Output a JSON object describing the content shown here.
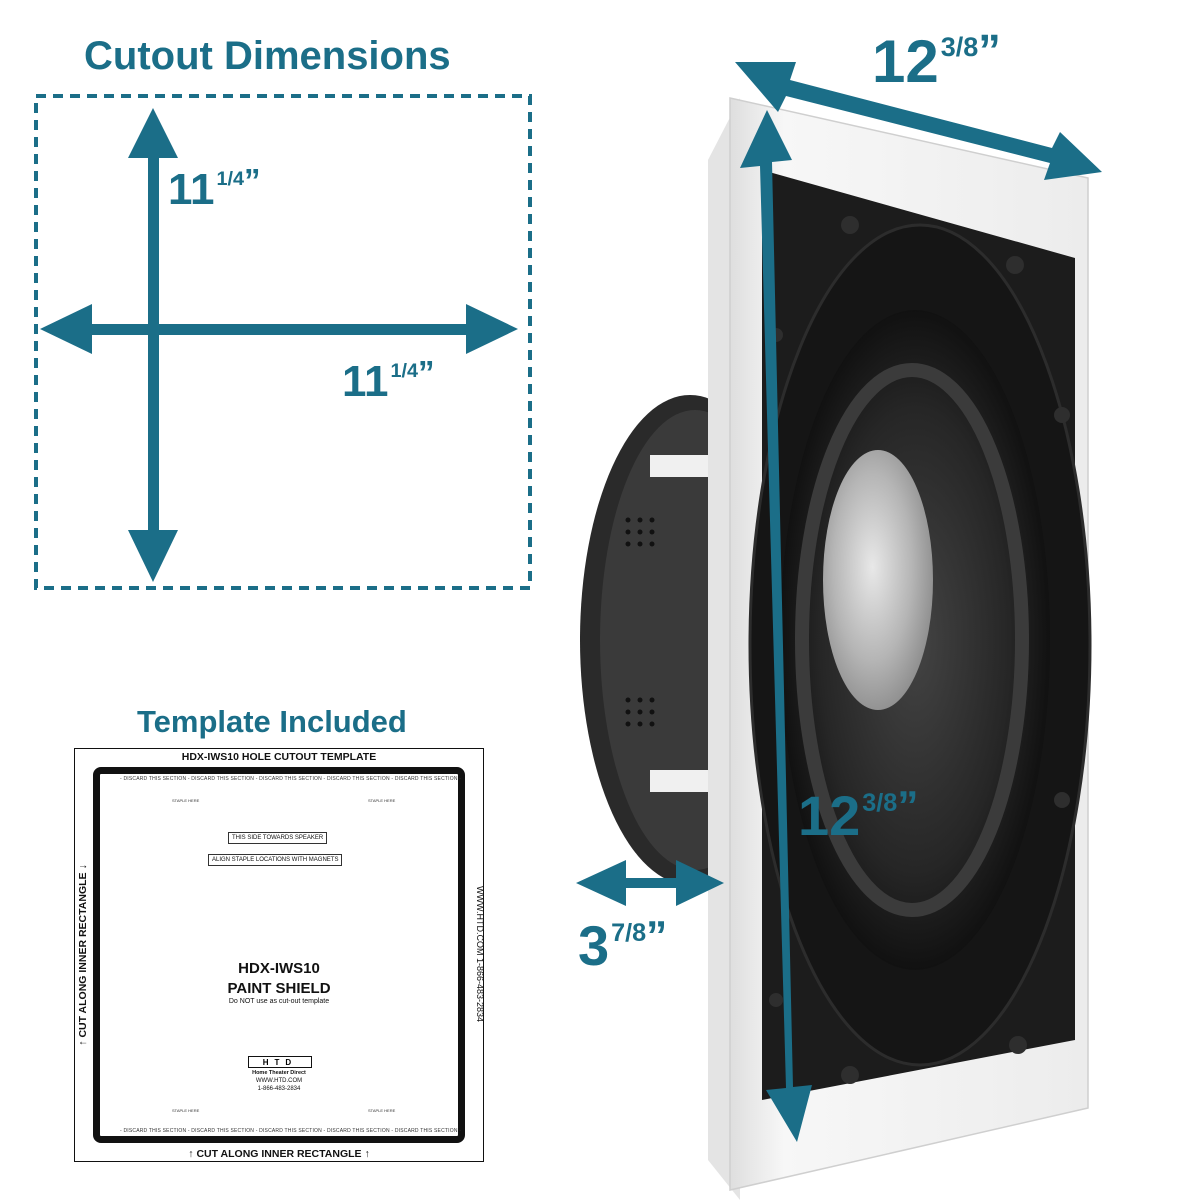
{
  "cutout": {
    "title": "Cutout Dimensions",
    "height_whole": "11",
    "height_frac": "1/4",
    "height_unit": "”",
    "width_whole": "11",
    "width_frac": "1/4",
    "width_unit": "”"
  },
  "speaker": {
    "width_whole": "12",
    "width_frac": "3/8",
    "width_unit": "”",
    "height_whole": "12",
    "height_frac": "3/8",
    "height_unit": "”",
    "depth_whole": "3",
    "depth_frac": "7/8",
    "depth_unit": "”"
  },
  "template": {
    "title": "Template Included",
    "header": "HDX-IWS10  HOLE CUTOUT TEMPLATE",
    "discard_strip": "- DISCARD THIS SECTION - DISCARD THIS SECTION - DISCARD THIS SECTION - DISCARD THIS SECTION - DISCARD THIS SECTION -",
    "staple_here": "STAPLE HERE",
    "side_note": "THIS SIDE TOWARDS SPEAKER",
    "align_note": "ALIGN STAPLE LOCATIONS WITH MAGNETS",
    "model": "HDX-IWS10",
    "shield": "PAINT SHIELD",
    "warning": "Do NOT use as cut-out template",
    "logo_text": "HTD",
    "company": "Home Theater Direct",
    "website": "WWW.HTD.COM",
    "phone": "1-866-483-2834",
    "right_vertical": "WWW.HTD.COM    1-866-483-2834",
    "left_vertical": "↑ CUT ALONG INNER RECTANGLE ↓",
    "footer": "↑ CUT ALONG INNER RECTANGLE ↑"
  },
  "colors": {
    "accent": "#1b6e88",
    "speaker_frame": "#f2f2f2",
    "speaker_face": "#1c1c1c"
  }
}
